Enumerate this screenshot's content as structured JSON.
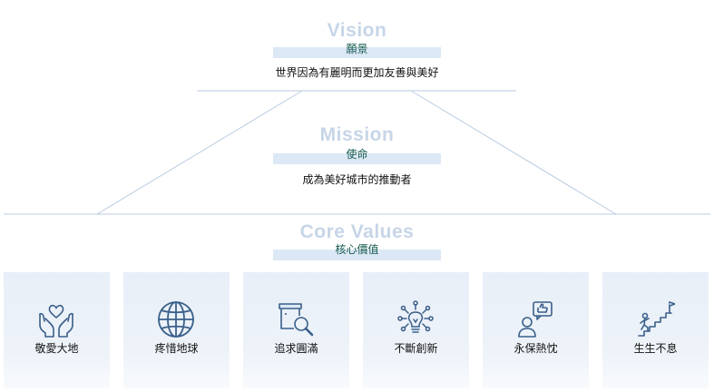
{
  "vision": {
    "title": "Vision",
    "subtitle": "願景",
    "statement": "世界因為有麗明而更加友善與美好"
  },
  "mission": {
    "title": "Mission",
    "subtitle": "使命",
    "statement": "成為美好城市的推動者"
  },
  "core_values": {
    "title": "Core Values",
    "subtitle": "核心價值",
    "items": [
      {
        "label": "敬愛大地",
        "icon": "hands-heart-icon"
      },
      {
        "label": "疼惜地球",
        "icon": "globe-icon"
      },
      {
        "label": "追求圓滿",
        "icon": "document-magnifier-icon"
      },
      {
        "label": "不斷創新",
        "icon": "lightbulb-network-icon"
      },
      {
        "label": "永保熱忱",
        "icon": "person-thumbs-up-icon"
      },
      {
        "label": "生生不息",
        "icon": "climbing-stairs-flag-icon"
      }
    ]
  },
  "colors": {
    "title_light_blue": "#c6d5e7",
    "band_blue": "#dce8f5",
    "subtitle_green": "#145a4f",
    "icon_blue": "#3a5f8a",
    "card_bg": "#e8eff8"
  }
}
